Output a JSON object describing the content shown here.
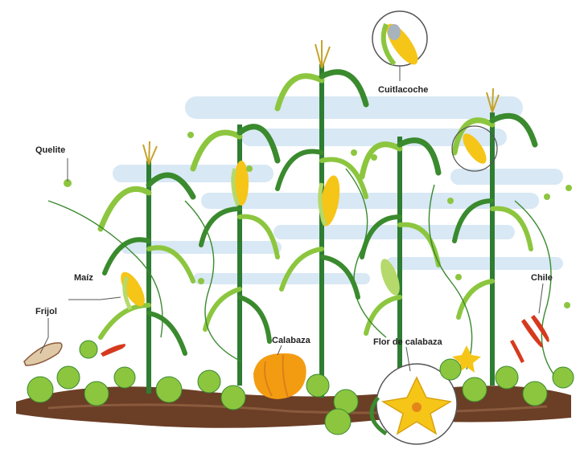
{
  "labels": {
    "cuitlacoche": "Cuitlacoche",
    "quelite": "Quelite",
    "maiz": "Maíz",
    "frijol": "Frijol",
    "chile": "Chile",
    "calabaza": "Calabaza",
    "flor_de_calabaza": "Flor de calabaza"
  },
  "colors": {
    "leaf_light": "#8cc63f",
    "leaf_dark": "#3a8a2e",
    "stalk": "#2e7d32",
    "corn_yellow": "#f5c518",
    "husk": "#b5d96b",
    "squash": "#f39c12",
    "chile_red": "#d63a1e",
    "soil": "#6b3e26",
    "sky": "#cfe3f1",
    "line": "#555555"
  }
}
